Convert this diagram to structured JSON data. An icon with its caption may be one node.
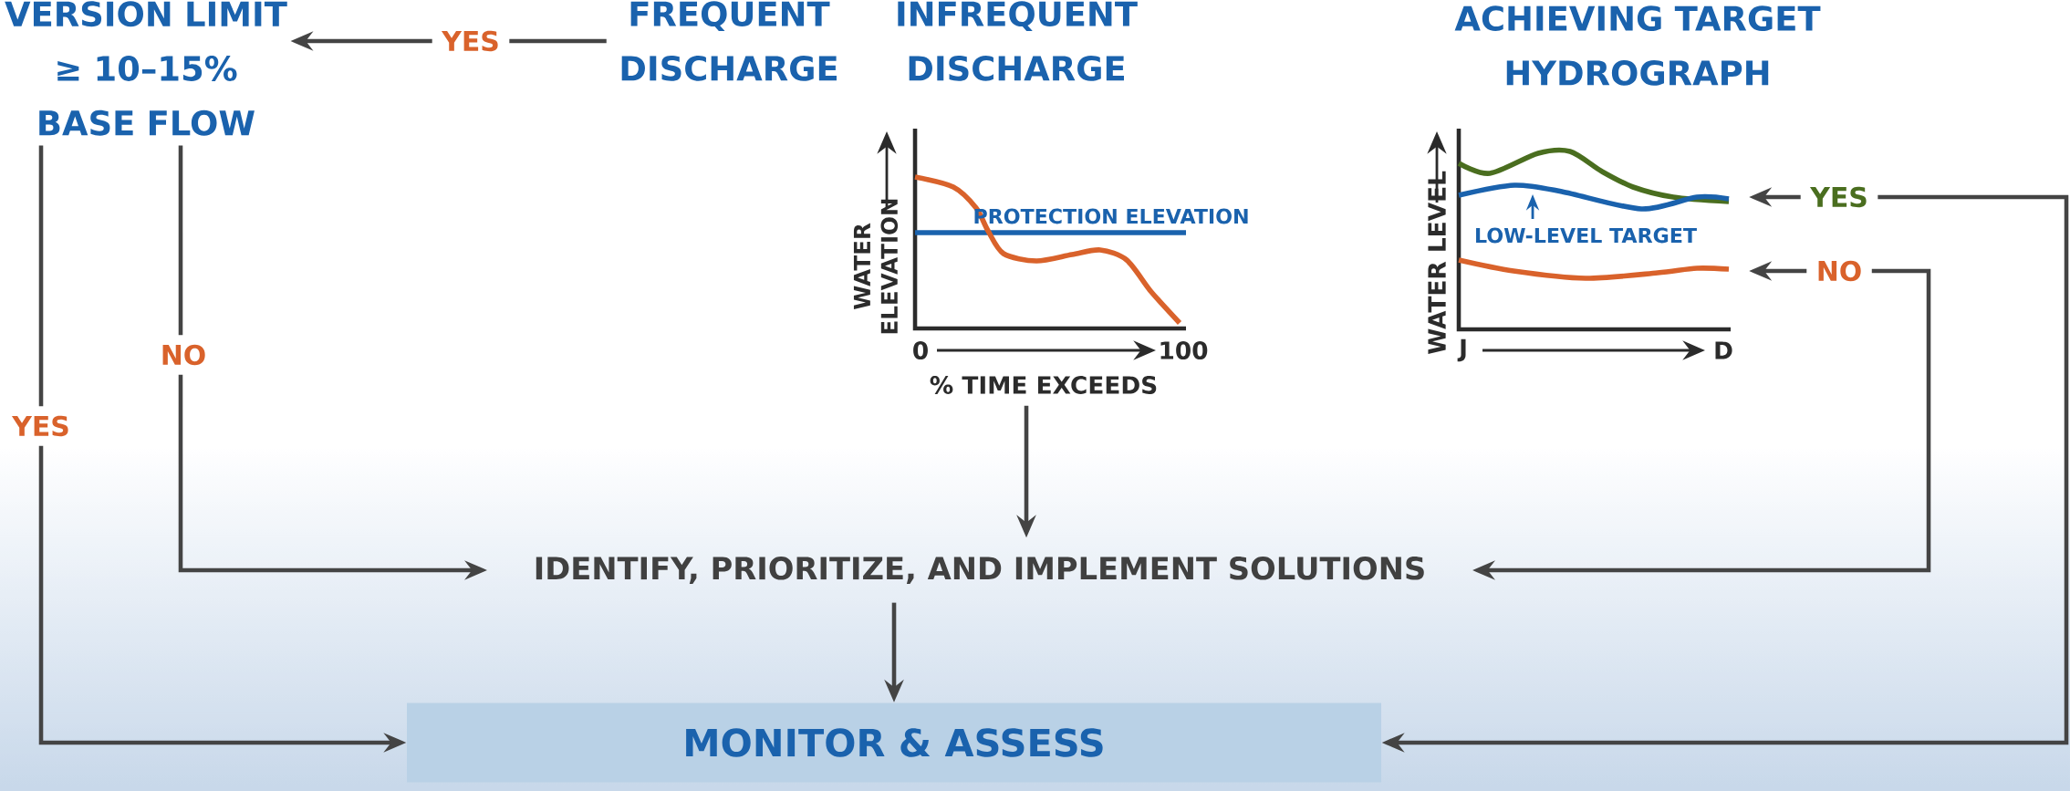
{
  "diagram": {
    "nodes": [
      {
        "text": [
          "VERSION LIMIT ≥ 10–15% BASE FLOW"
        ]
      },
      {
        "text": [
          "FREQUENT DISCHARGE"
        ]
      },
      {
        "text": [
          "INFREQUENT DISCHARGE",
          "WATER ELEVATION",
          "PROTECTION ELEVATION",
          "0",
          "100",
          "% TIME EXCEEDS"
        ]
      },
      {
        "text": [
          "ACHIEVING TARGET HYDROGRAPH",
          "WATER LEVEL",
          "LOW-LEVEL TARGET",
          "J",
          "D"
        ]
      },
      {
        "text": [
          "IDENTIFY, PRIORITIZE, AND IMPLEMENT SOLUTIONS"
        ]
      },
      {
        "text": [
          "MONITOR & ASSESS"
        ]
      }
    ],
    "edges": [
      {
        "from": 1,
        "to": 0,
        "arrow": "to",
        "label": "YES"
      },
      {
        "from": 0,
        "to": 4,
        "arrow": "to",
        "label": "NO"
      },
      {
        "from": 0,
        "to": 5,
        "arrow": "to",
        "label": "YES"
      },
      {
        "from": 2,
        "to": 4,
        "arrow": "to"
      },
      {
        "from": 4,
        "to": 5,
        "arrow": "to"
      },
      {
        "from": 3,
        "to": 5,
        "arrow": "both",
        "label": "YES"
      },
      {
        "from": 3,
        "to": 4,
        "arrow": "both",
        "label": "NO"
      }
    ]
  }
}
